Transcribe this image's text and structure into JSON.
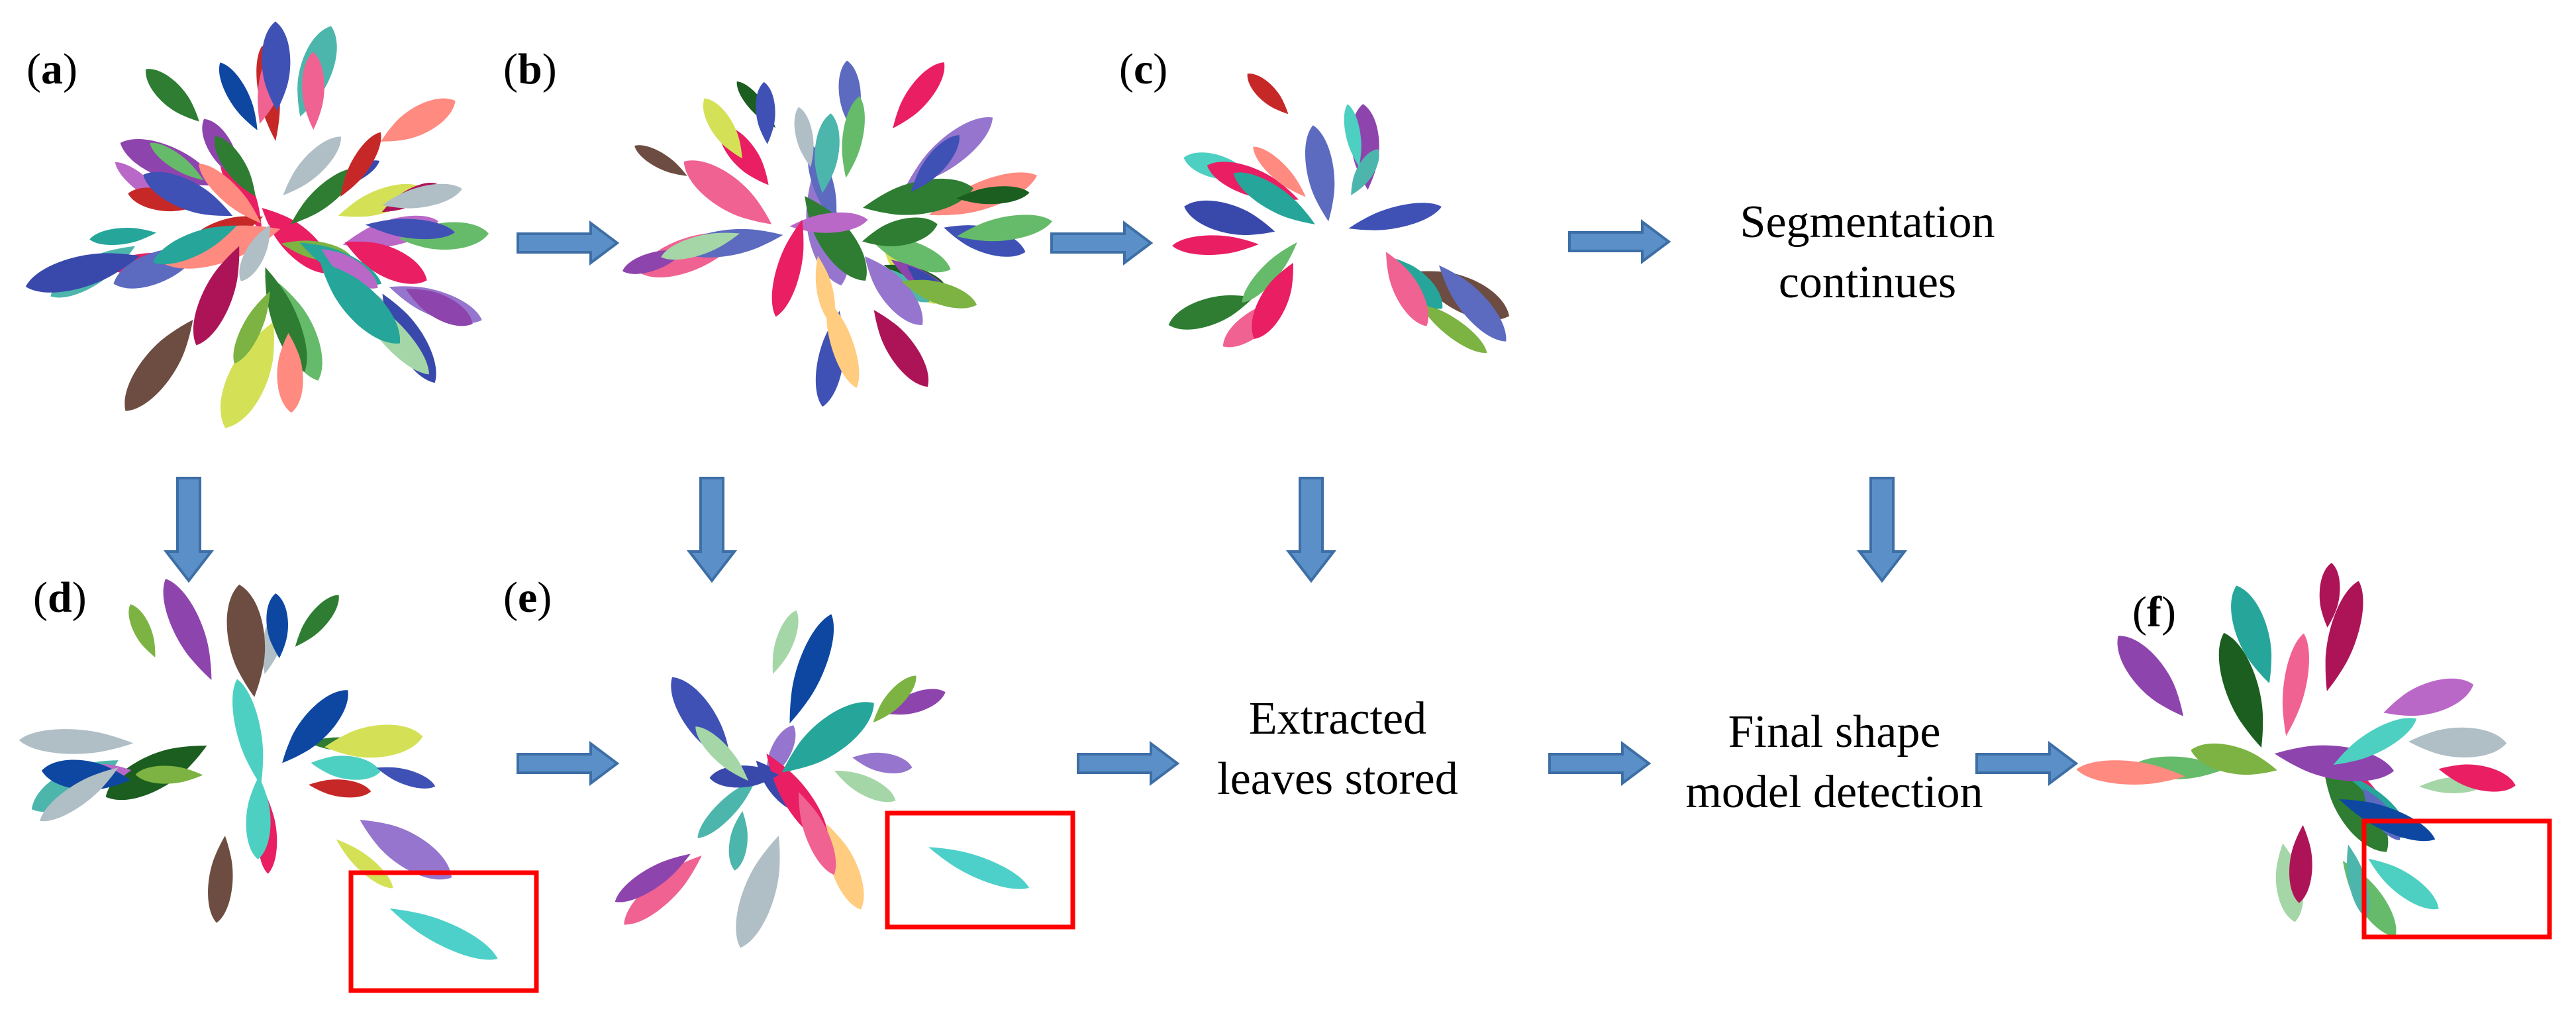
{
  "panels": [
    {
      "letter": "a"
    },
    {
      "letter": "b"
    },
    {
      "letter": "c"
    },
    {
      "letter": "d"
    },
    {
      "letter": "e"
    },
    {
      "letter": "f"
    }
  ],
  "steps": {
    "segmentation_line1": "Segmentation",
    "segmentation_line2": "continues",
    "extracted_line1": "Extracted",
    "extracted_line2": "leaves stored",
    "final_line1": "Final shape",
    "final_line2": "model detection"
  },
  "colors": {
    "arrow_fill": "#5b8fc7",
    "arrow_stroke": "#3d6ea6",
    "highlight_box": "#ff0000",
    "background": "#ffffff"
  },
  "icons": {
    "arrow_right": "arrow-right-icon",
    "arrow_down": "arrow-down-icon"
  }
}
